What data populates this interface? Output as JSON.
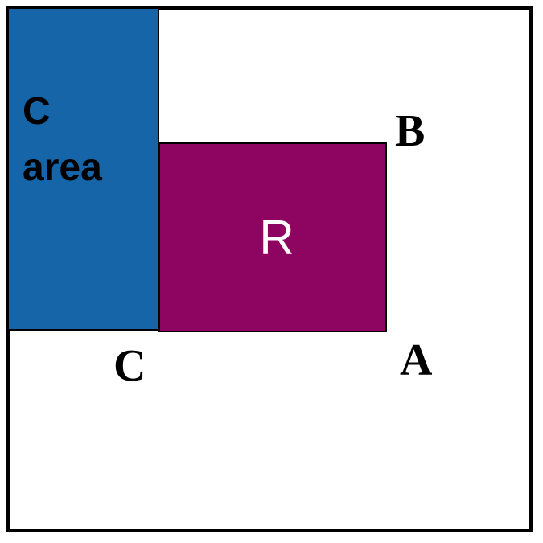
{
  "colors": {
    "c_region": "#1565a8",
    "r_region": "#8e0461",
    "frame": "#000000",
    "background": "#ffffff"
  },
  "regions": {
    "c_area_line1": "C",
    "c_area_line2": "area",
    "r_label": "R"
  },
  "corners": {
    "a": "A",
    "b": "B",
    "c": "C"
  }
}
